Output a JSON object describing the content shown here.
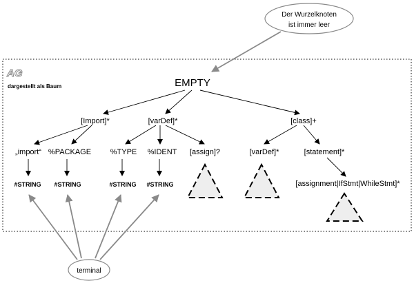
{
  "callout": {
    "line1": "Der Wurzelknoten",
    "line2": "ist immer leer"
  },
  "frame": {
    "badge": "AG",
    "subtitle": "dargestellt als Baum"
  },
  "tree": {
    "root": "EMPTY",
    "import": "[Import]*",
    "vardef": "[varDef]*",
    "class": "[class]+",
    "import_kw": "„import“",
    "package": "%PACKAGE",
    "type": "%TYPE",
    "ident": "%IDENT",
    "assign": "[assign]?",
    "class_vardef": "[varDef]*",
    "statement": "[statement]*",
    "stmt_alt": "[assignment|IfStmt|WhileStmt]*"
  },
  "terminals": [
    "#STRING",
    "#STRING",
    "#STRING",
    "#STRING"
  ],
  "terminal_label": "terminal"
}
